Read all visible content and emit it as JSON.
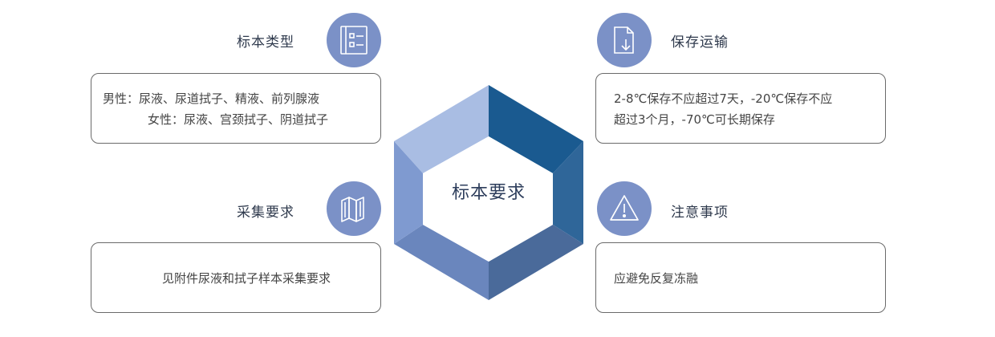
{
  "center": {
    "title": "标本要求"
  },
  "sections": {
    "specimen_type": {
      "title": "标本类型",
      "icon": "checklist-icon",
      "lines": [
        "男性：尿液、尿道拭子、精液、前列腺液",
        "女性：尿液、宫颈拭子、阴道拭子"
      ]
    },
    "storage_transport": {
      "title": "保存运输",
      "icon": "document-download-icon",
      "lines": [
        "2-8℃保存不应超过7天，-20℃保存不应",
        "超过3个月，-70℃可长期保存"
      ]
    },
    "collection": {
      "title": "采集要求",
      "icon": "folded-map-icon",
      "lines": [
        "见附件尿液和拭子样本采集要求"
      ]
    },
    "notes": {
      "title": "注意事项",
      "icon": "warning-triangle-icon",
      "lines": [
        "应避免反复冻融"
      ]
    }
  },
  "colors": {
    "icon_circle": "#7b91c7",
    "hex_top_left": "#a9bde3",
    "hex_top_right": "#1a5a90",
    "hex_right": "#2f6699",
    "hex_bottom_right": "#4a6a9a",
    "hex_bottom_left": "#6a86bd",
    "hex_left": "#7f9ad0"
  }
}
